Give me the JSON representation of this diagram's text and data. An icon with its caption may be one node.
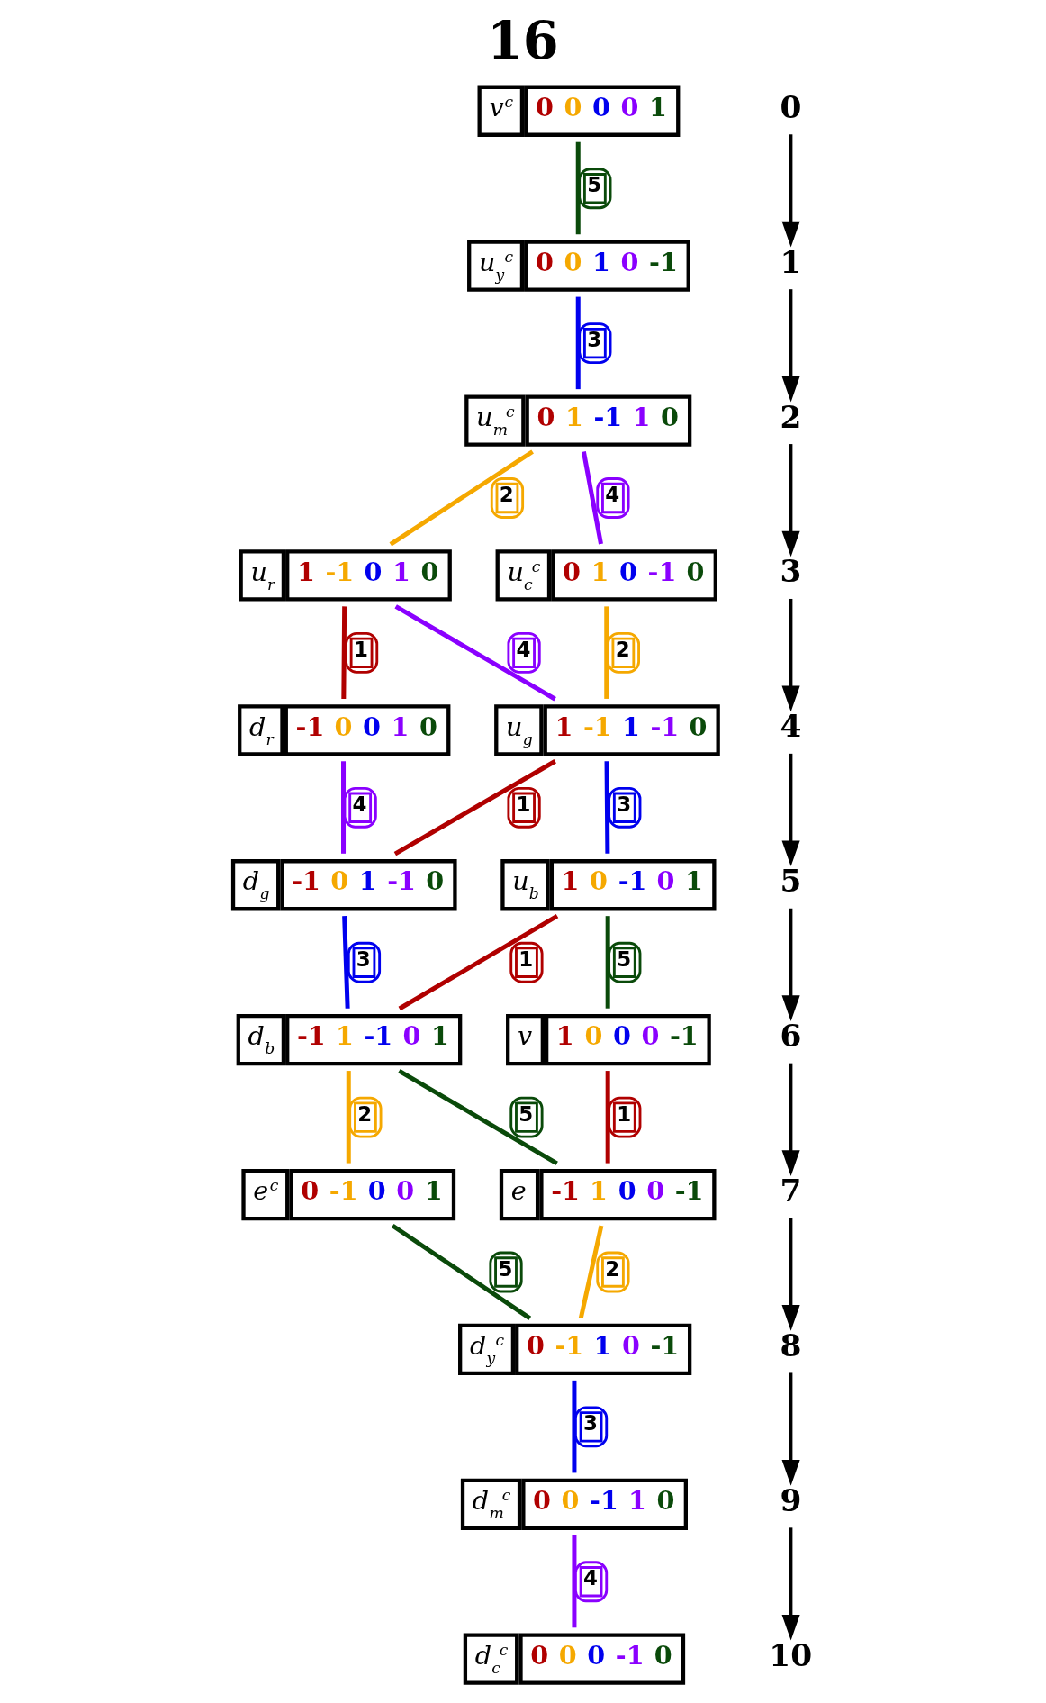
{
  "diagram": {
    "title": "16",
    "nodes": [
      {
        "text": [
          "v$^{c}$",
          "0 0 0 0 1"
        ]
      },
      {
        "text": [
          "u$_{y}$$^{c}$",
          "0 0 1 0 -1"
        ]
      },
      {
        "text": [
          "u$_{m}$$^{c}$",
          "0 1 -1 1 0"
        ]
      },
      {
        "text": [
          "u$_{r}$",
          "1 -1 0 1 0"
        ]
      },
      {
        "text": [
          "u$_{c}$$^{c}$",
          "0 1 0 -1 0"
        ]
      },
      {
        "text": [
          "d$_{r}$",
          "-1 0 0 1 0"
        ]
      },
      {
        "text": [
          "u$_{g}$",
          "1 -1 1 -1 0"
        ]
      },
      {
        "text": [
          "d$_{g}$",
          "-1 0 1 -1 0"
        ]
      },
      {
        "text": [
          "u$_{b}$",
          "1 0 -1 0 1"
        ]
      },
      {
        "text": [
          "d$_{b}$",
          "-1 1 -1 0 1"
        ]
      },
      {
        "text": [
          "v",
          "1 0 0 0 -1"
        ]
      },
      {
        "text": [
          "e$^{c}$",
          "0 -1 0 0 1"
        ]
      },
      {
        "text": [
          "e",
          "-1 1 0 0 -1"
        ]
      },
      {
        "text": [
          "d$_{y}$$^{c}$",
          "0 -1 1 0 -1"
        ]
      },
      {
        "text": [
          "d$_{m}$$^{c}$",
          "0 0 -1 1 0"
        ]
      },
      {
        "text": [
          "d$_{c}$$^{c}$",
          "0 0 0 -1 0"
        ]
      },
      {
        "text": [
          "0"
        ]
      },
      {
        "text": [
          "1"
        ]
      },
      {
        "text": [
          "2"
        ]
      },
      {
        "text": [
          "3"
        ]
      },
      {
        "text": [
          "4"
        ]
      },
      {
        "text": [
          "5"
        ]
      },
      {
        "text": [
          "6"
        ]
      },
      {
        "text": [
          "7"
        ]
      },
      {
        "text": [
          "8"
        ]
      },
      {
        "text": [
          "9"
        ]
      },
      {
        "text": [
          "10"
        ]
      }
    ],
    "edges": [
      {
        "from": 0,
        "to": 1,
        "arrow": "none",
        "label": "5",
        "color": "#0a4a0a"
      },
      {
        "from": 1,
        "to": 2,
        "arrow": "none",
        "label": "3",
        "color": "#0000ee"
      },
      {
        "from": 2,
        "to": 3,
        "arrow": "none",
        "label": "2",
        "color": "#f5a800"
      },
      {
        "from": 2,
        "to": 4,
        "arrow": "none",
        "label": "4",
        "color": "#8a00ff"
      },
      {
        "from": 3,
        "to": 5,
        "arrow": "none",
        "label": "1",
        "color": "#b00000"
      },
      {
        "from": 3,
        "to": 6,
        "arrow": "none",
        "label": "4",
        "color": "#8a00ff"
      },
      {
        "from": 4,
        "to": 6,
        "arrow": "none",
        "label": "2",
        "color": "#f5a800"
      },
      {
        "from": 5,
        "to": 7,
        "arrow": "none",
        "label": "4",
        "color": "#8a00ff"
      },
      {
        "from": 6,
        "to": 7,
        "arrow": "none",
        "label": "1",
        "color": "#b00000"
      },
      {
        "from": 6,
        "to": 8,
        "arrow": "none",
        "label": "3",
        "color": "#0000ee"
      },
      {
        "from": 7,
        "to": 9,
        "arrow": "none",
        "label": "3",
        "color": "#0000ee"
      },
      {
        "from": 8,
        "to": 9,
        "arrow": "none",
        "label": "1",
        "color": "#b00000"
      },
      {
        "from": 8,
        "to": 10,
        "arrow": "none",
        "label": "5",
        "color": "#0a4a0a"
      },
      {
        "from": 9,
        "to": 11,
        "arrow": "none",
        "label": "2",
        "color": "#f5a800"
      },
      {
        "from": 9,
        "to": 12,
        "arrow": "none",
        "label": "5",
        "color": "#0a4a0a"
      },
      {
        "from": 10,
        "to": 12,
        "arrow": "none",
        "label": "1",
        "color": "#b00000"
      },
      {
        "from": 11,
        "to": 13,
        "arrow": "none",
        "label": "5",
        "color": "#0a4a0a"
      },
      {
        "from": 12,
        "to": 13,
        "arrow": "none",
        "label": "2",
        "color": "#f5a800"
      },
      {
        "from": 13,
        "to": 14,
        "arrow": "none",
        "label": "3",
        "color": "#0000ee"
      },
      {
        "from": 14,
        "to": 15,
        "arrow": "none",
        "label": "4",
        "color": "#8a00ff"
      },
      {
        "from": 16,
        "to": 17,
        "arrow": "to",
        "color": "#000000"
      },
      {
        "from": 17,
        "to": 18,
        "arrow": "to",
        "color": "#000000"
      },
      {
        "from": 18,
        "to": 19,
        "arrow": "to",
        "color": "#000000"
      },
      {
        "from": 19,
        "to": 20,
        "arrow": "to",
        "color": "#000000"
      },
      {
        "from": 20,
        "to": 21,
        "arrow": "to",
        "color": "#000000"
      },
      {
        "from": 21,
        "to": 22,
        "arrow": "to",
        "color": "#000000"
      },
      {
        "from": 22,
        "to": 23,
        "arrow": "to",
        "color": "#000000"
      },
      {
        "from": 23,
        "to": 24,
        "arrow": "to",
        "color": "#000000"
      },
      {
        "from": 24,
        "to": 25,
        "arrow": "to",
        "color": "#000000"
      },
      {
        "from": 25,
        "to": 26,
        "arrow": "to",
        "color": "#000000"
      }
    ]
  }
}
